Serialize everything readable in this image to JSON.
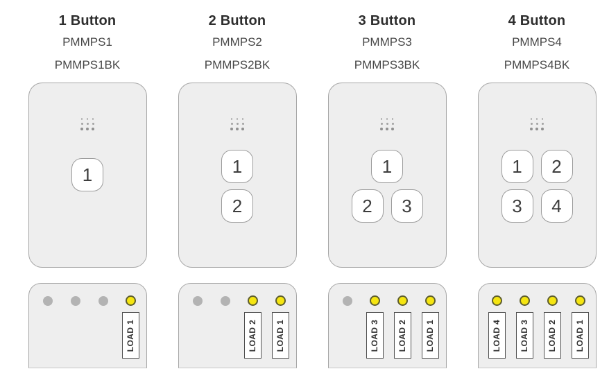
{
  "colors": {
    "title": "#2e2e2e",
    "model": "#474747",
    "plate_fill": "#eeeeee",
    "plate_border": "#a6a6a6",
    "button_fill": "#ffffff",
    "button_border": "#9b9b9b",
    "button_number": "#3d3d3d",
    "sensor_dot": "#9c9c9c",
    "led_off": "#b3b3b3",
    "led_on": "#f5e511",
    "led_on_border": "#5e5e2e",
    "load_label_border": "#4f4f4f",
    "load_label_text": "#303030"
  },
  "columns": [
    {
      "title": "1 Button",
      "model_primary": "PMMPS1",
      "model_black": "PMMPS1BK",
      "button_rows": [
        [
          "1"
        ]
      ],
      "leds": [
        {
          "state": "off",
          "label": ""
        },
        {
          "state": "off",
          "label": ""
        },
        {
          "state": "off",
          "label": ""
        },
        {
          "state": "on",
          "label": "LOAD 1"
        }
      ]
    },
    {
      "title": "2 Button",
      "model_primary": "PMMPS2",
      "model_black": "PMMPS2BK",
      "button_rows": [
        [
          "1"
        ],
        [
          "2"
        ]
      ],
      "leds": [
        {
          "state": "off",
          "label": ""
        },
        {
          "state": "off",
          "label": ""
        },
        {
          "state": "on",
          "label": "LOAD 2"
        },
        {
          "state": "on",
          "label": "LOAD 1"
        }
      ]
    },
    {
      "title": "3 Button",
      "model_primary": "PMMPS3",
      "model_black": "PMMPS3BK",
      "button_rows": [
        [
          "1"
        ],
        [
          "2",
          "3"
        ]
      ],
      "leds": [
        {
          "state": "off",
          "label": ""
        },
        {
          "state": "on",
          "label": "LOAD 3"
        },
        {
          "state": "on",
          "label": "LOAD 2"
        },
        {
          "state": "on",
          "label": "LOAD 1"
        }
      ]
    },
    {
      "title": "4 Button",
      "model_primary": "PMMPS4",
      "model_black": "PMMPS4BK",
      "button_rows": [
        [
          "1",
          "2"
        ],
        [
          "3",
          "4"
        ]
      ],
      "leds": [
        {
          "state": "on",
          "label": "LOAD 4"
        },
        {
          "state": "on",
          "label": "LOAD 3"
        },
        {
          "state": "on",
          "label": "LOAD 2"
        },
        {
          "state": "on",
          "label": "LOAD 1"
        }
      ]
    }
  ]
}
